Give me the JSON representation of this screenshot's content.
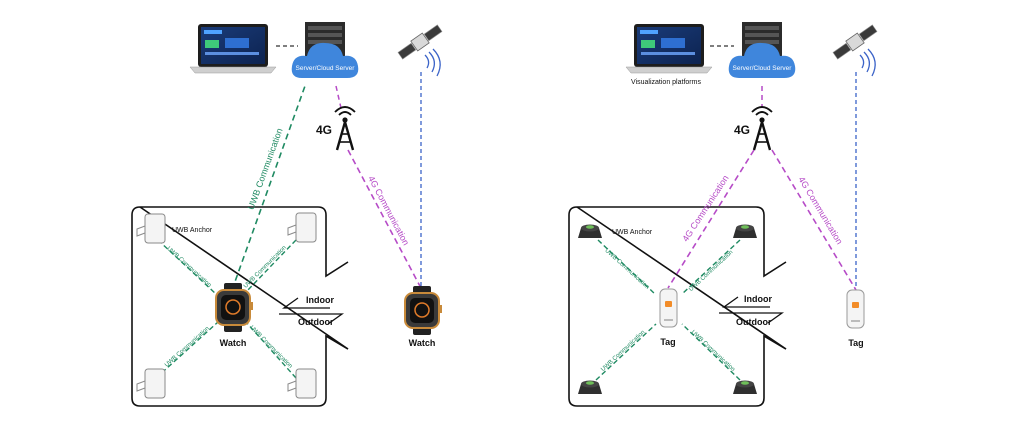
{
  "colors": {
    "uwb": "#1f8a62",
    "lte": "#b64bc7",
    "gps": "#3b63c8",
    "wired": "#333333",
    "cloud": "#3f86dc"
  },
  "left": {
    "server_label": "Server/Cloud Server",
    "network_label": "4G",
    "uwb_main_link_label": "UWB Communication",
    "lte_link_label": "4G Communication",
    "anchor_label": "UWB Anchor",
    "link_labels": [
      "UWB Communication",
      "UWB Communication",
      "UWB Communication",
      "UWB Communication"
    ],
    "indoor_label": "Indoor",
    "outdoor_label": "Outdoor",
    "device_indoor_label": "Watch",
    "device_outdoor_label": "Watch"
  },
  "right": {
    "server_label": "Server/Cloud Server",
    "platform_label": "Visualization platforms",
    "network_label": "4G",
    "lte_link_label_a": "4G Communication",
    "lte_link_label_b": "4G Communication",
    "anchor_label": "UWB Anchor",
    "link_labels": [
      "UWB Communication",
      "UWB Communication",
      "UWB Communication",
      "UWB Communication"
    ],
    "indoor_label": "Indoor",
    "outdoor_label": "Outdoor",
    "device_indoor_label": "Tag",
    "device_outdoor_label": "Tag"
  }
}
